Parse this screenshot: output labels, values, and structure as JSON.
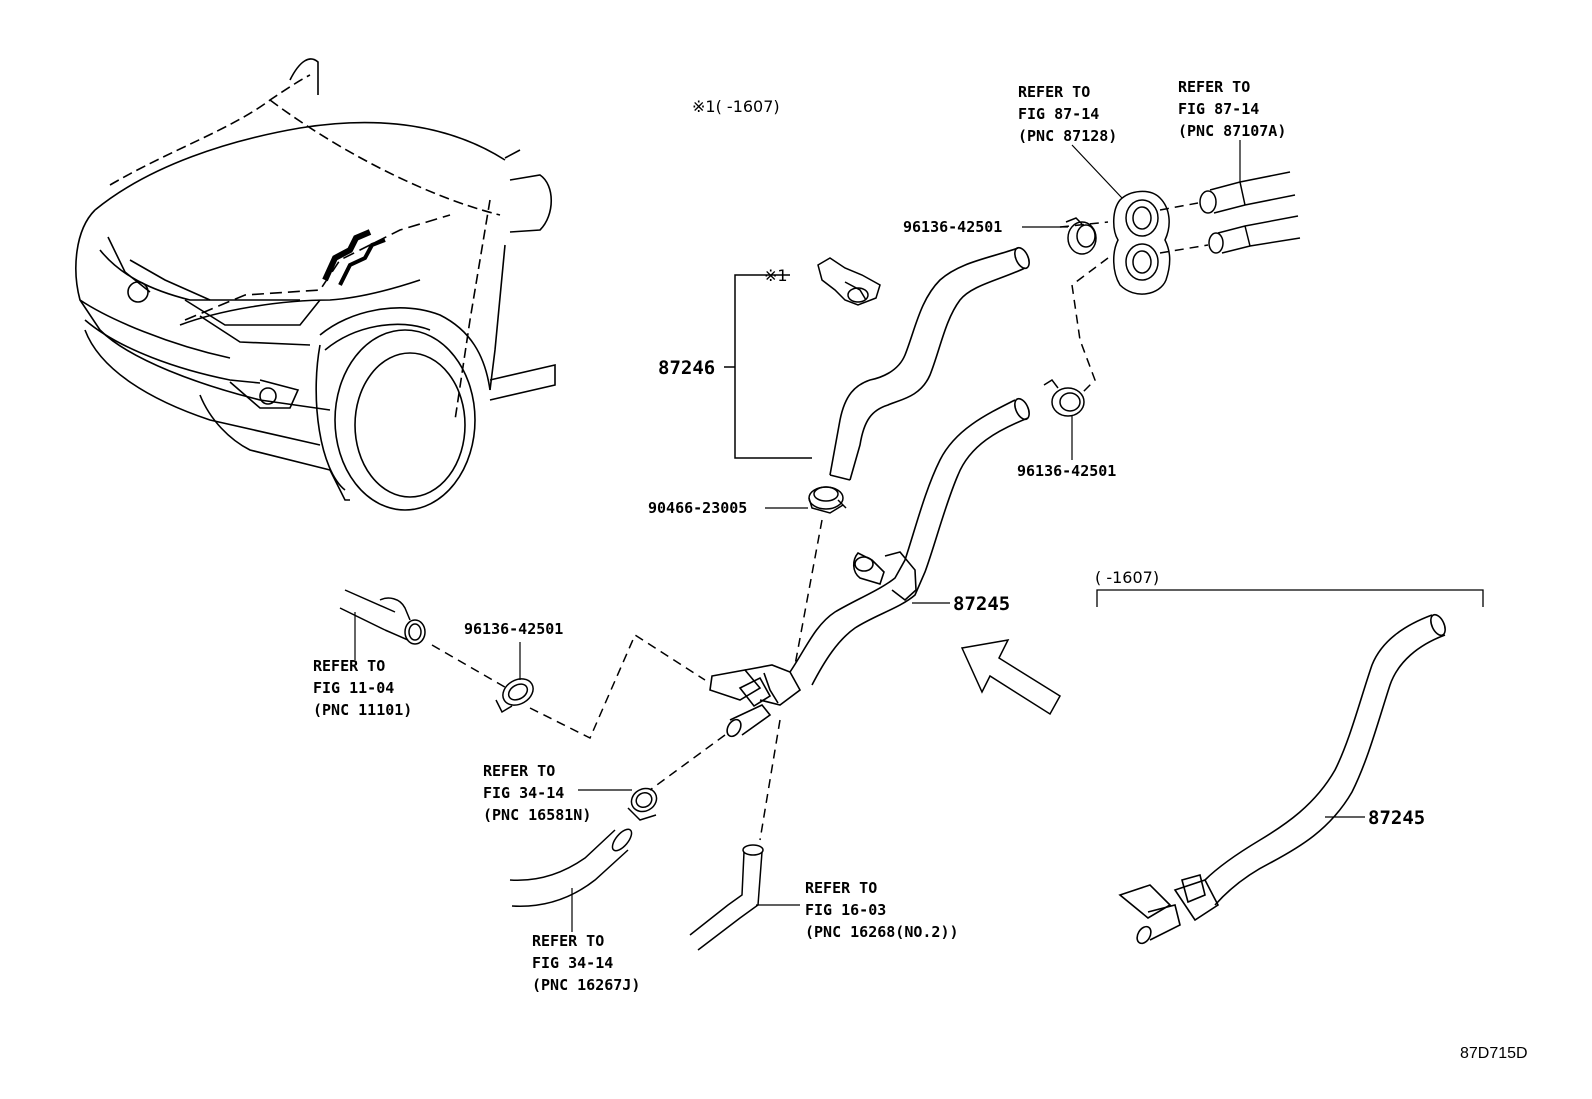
{
  "labels": {
    "note_top": "※1(     -1607)",
    "ref_87128": [
      "REFER TO",
      "FIG 87-14",
      "(PNC 87128)"
    ],
    "ref_87107a": [
      "REFER TO",
      "FIG 87-14",
      "(PNC 87107A)"
    ],
    "pn_96136_upper": "96136-42501",
    "mark_x1": "※1",
    "pn_87246": "87246",
    "pn_96136_mid": "96136-42501",
    "pn_90466": "90466-23005",
    "pn_87245_main": "87245",
    "variant_range": "(     -1607)",
    "pn_96136_left": "96136-42501",
    "ref_11101": [
      "REFER TO",
      "FIG 11-04",
      "(PNC 11101)"
    ],
    "ref_16581n": [
      "REFER TO",
      "FIG 34-14",
      "(PNC 16581N)"
    ],
    "ref_16267j": [
      "REFER TO",
      "FIG 34-14",
      "(PNC 16267J)"
    ],
    "ref_16268": [
      "REFER TO",
      "FIG 16-03",
      "(PNC 16268(NO.2))"
    ],
    "pn_87245_variant": "87245",
    "diagram_code": "87D715D"
  }
}
